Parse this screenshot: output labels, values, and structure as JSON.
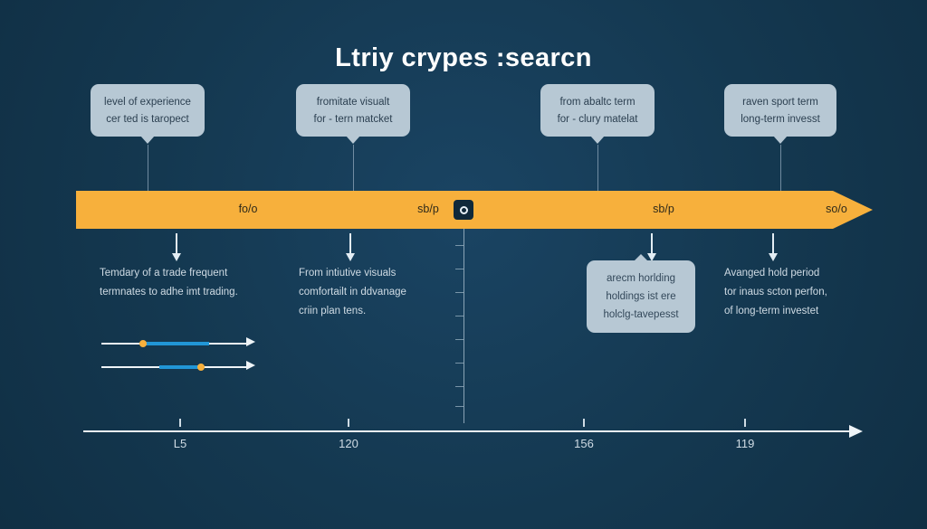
{
  "header": {
    "title": "Ltriy crypes :searcn"
  },
  "top_callouts": [
    {
      "name": "callout-level-of-experience",
      "lines": [
        "level of experience",
        "cer ted is taropect"
      ]
    },
    {
      "name": "callout-fromitate-visualt",
      "lines": [
        "fromitate visualt",
        "for - tern matcket"
      ]
    },
    {
      "name": "callout-from-abaltc-term",
      "lines": [
        "from abaltc term",
        "for - clury matelat"
      ]
    },
    {
      "name": "callout-raven-sport-term",
      "lines": [
        "raven sport term",
        "long-term invesst"
      ]
    }
  ],
  "bar": {
    "segment_labels": [
      "fo/o",
      "sb/p",
      "sb/p",
      "so/o"
    ],
    "badge_icon": "circle-marker-icon",
    "color": "#f7b03c"
  },
  "notes": [
    {
      "name": "note-trade-frequent",
      "lines": [
        "Temdary of a trade frequent",
        "termnates to adhe imt trading."
      ]
    },
    {
      "name": "note-intiutive-visuals",
      "lines": [
        "From intiutive visuals",
        "comfortailt in ddvanage",
        "criin plan tens."
      ]
    },
    {
      "name": "note-arecm-horlding",
      "lines": [
        "arecm horlding",
        "holdings ist ere",
        "holclg-tavepesst"
      ]
    },
    {
      "name": "note-avanged-hold-period",
      "lines": [
        "Avanged hold period",
        "tor inaus scton perfon,",
        "of long-term investet"
      ]
    }
  ],
  "sliders": [
    {
      "name": "slider-track-upper",
      "knob_percent": 28,
      "fill_start_percent": 28,
      "fill_end_percent": 74
    },
    {
      "name": "slider-track-lower",
      "knob_percent": 68,
      "fill_start_percent": 40,
      "fill_end_percent": 68
    }
  ],
  "axis": {
    "labels": [
      "L5",
      "120",
      "156",
      "119"
    ],
    "positions_percent": [
      11,
      33,
      63,
      83
    ]
  },
  "chart_data": {
    "type": "bar",
    "title": "Ltriy crypes :searcn",
    "categories": [
      "fo/o",
      "sb/p",
      "sb/p",
      "so/o"
    ],
    "values": [
      1,
      1,
      1,
      1
    ],
    "xlabel": "",
    "ylabel": "",
    "tick_labels": [
      "L5",
      "120",
      "156",
      "119"
    ],
    "grid": false,
    "legend": "none"
  }
}
